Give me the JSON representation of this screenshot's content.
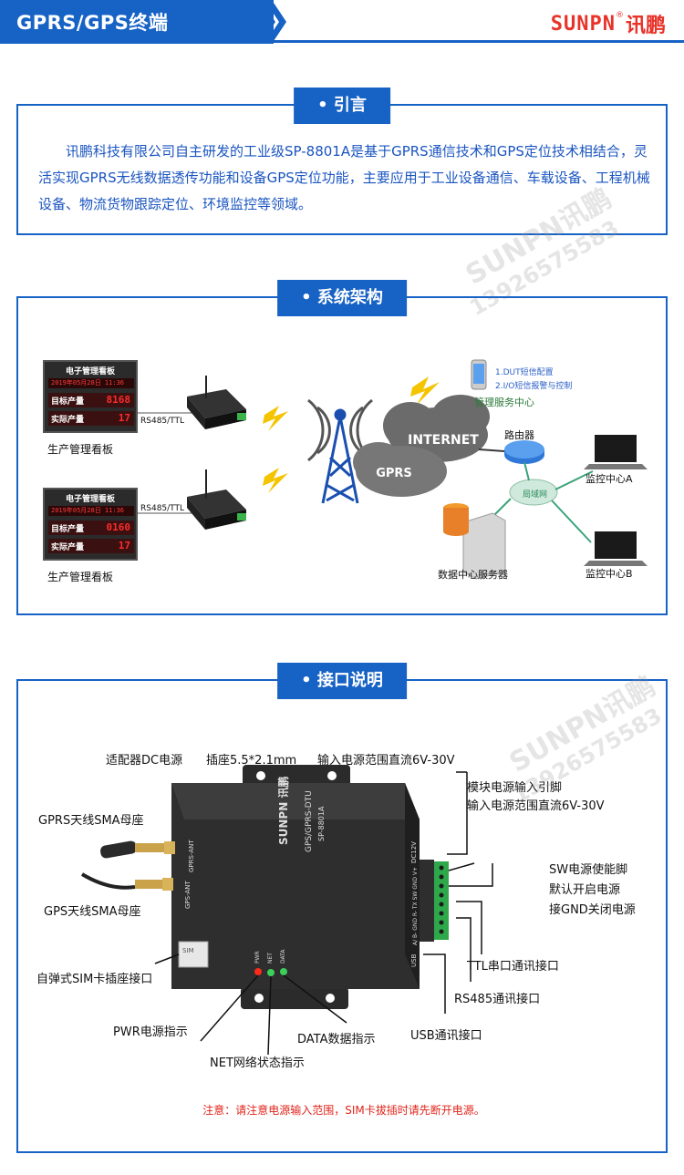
{
  "header": {
    "title": "GPRS/GPS终端",
    "logo_latin": "SUNPN",
    "logo_reg": "®",
    "logo_cn": "讯鹏"
  },
  "watermark": {
    "brand": "SUNPN讯鹏",
    "phone": "13926575583"
  },
  "intro": {
    "label": "• 引言",
    "text": "讯鹏科技有限公司自主研发的工业级SP-8801A是基于GPRS通信技术和GPS定位技术相结合，灵活实现GPRS无线数据透传功能和设备GPS定位功能，主要应用于工业设备通信、车载设备、工程机械设备、物流货物跟踪定位、环境监控等领域。"
  },
  "architecture": {
    "label": "• 系统架构",
    "board_title": "电子管理看板",
    "board1_date": "2019年05月28日 11:36",
    "board2_date": "2019年05月28日 11:36",
    "target_label": "目标产量",
    "actual_label": "实际产量",
    "board1_target": "8168",
    "board1_actual": "17",
    "board2_target": "0160",
    "board2_actual": "17",
    "board_caption": "生产管理看板",
    "link_label": "RS485/TTL",
    "internet_label": "INTERNET",
    "gprs_label": "GPRS",
    "phone_line1": "1.DUT短信配置",
    "phone_line2": "2.I/O短信报警与控制",
    "mgmt_center": "管理服务中心",
    "router": "路由器",
    "lan": "局域网",
    "datacenter": "数据中心服务器",
    "monitor_a": "监控中心A",
    "monitor_b": "监控中心B"
  },
  "interface": {
    "label": "• 接口说明",
    "dc_adapter": "适配器DC电源",
    "plug": "插座5.5*2.1mm",
    "input_range_top": "输入电源范围直流6V-30V",
    "module_pin": "模块电源输入引脚",
    "module_range": "输入电源范围直流6V-30V",
    "gprs_ant": "GPRS天线SMA母座",
    "gps_ant": "GPS天线SMA母座",
    "sw_pin": "SW电源使能脚",
    "sw_default": "默认开启电源",
    "sw_gnd": "接GND关闭电源",
    "sim": "自弹式SIM卡插座接口",
    "ttl": "TTL串口通讯接口",
    "rs485": "RS485通讯接口",
    "pwr": "PWR电源指示",
    "data": "DATA数据指示",
    "usb": "USB通讯接口",
    "net": "NET网络状态指示",
    "device_brand": "SUNPN 讯鹏",
    "device_model": "GPS/GPRS-DTU",
    "device_sku": "SP-8801A",
    "port_gprs": "GPRS-ANT",
    "port_gps": "GPS-ANT",
    "port_dc": "DC12V",
    "port_pins": "A/ B- GND R- TX SW GND V+",
    "port_usb": "USB",
    "led_pwr": "PWR",
    "led_net": "NET",
    "led_data": "DATA",
    "sim_tag": "SIM",
    "note": "注意：请注意电源输入范围，SIM卡拔插时请先断开电源。"
  },
  "colors": {
    "brand_blue": "#1762c5",
    "intro_text": "#1a55c0",
    "logo_red": "#e8332a",
    "warning_red": "#e0241b"
  }
}
